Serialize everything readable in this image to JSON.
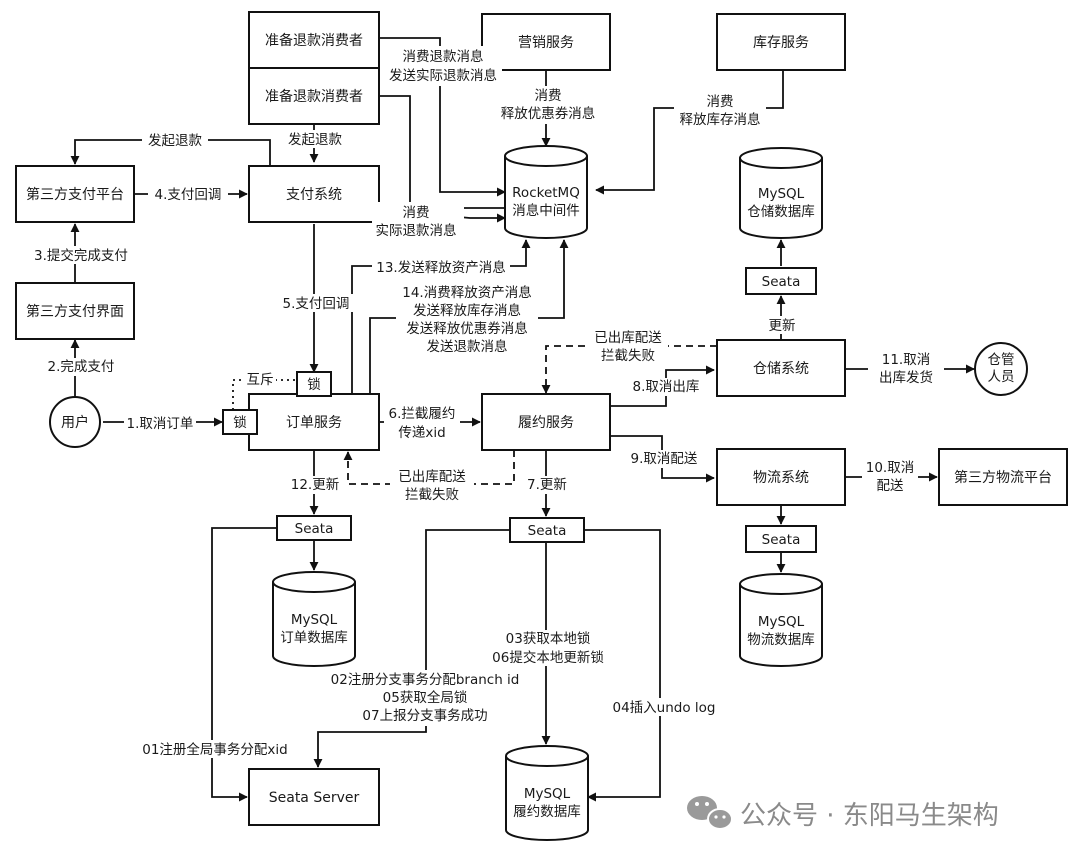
{
  "nodes": {
    "prep_refund_1": "准备退款消费者",
    "prep_refund_2": "准备退款消费者",
    "marketing": "营销服务",
    "inventory": "库存服务",
    "third_pay_platform": "第三方支付平台",
    "pay_system": "支付系统",
    "third_pay_ui": "第三方支付界面",
    "user": "用户",
    "lock_small": "锁",
    "lock_left": "锁",
    "order_service": "订单服务",
    "fulfill_service": "履约服务",
    "warehouse_system": "仓储系统",
    "logistics_system": "物流系统",
    "warehouse_staff_l1": "仓管",
    "warehouse_staff_l2": "人员",
    "third_logistics": "第三方物流平台",
    "seata_order": "Seata",
    "seata_fulfill": "Seata",
    "seata_logistics": "Seata",
    "seata_warehouse": "Seata",
    "seata_server": "Seata Server"
  },
  "databases": {
    "rocketmq_l1": "RocketMQ",
    "rocketmq_l2": "消息中间件",
    "mysql_warehouse_l1": "MySQL",
    "mysql_warehouse_l2": "仓储数据库",
    "mysql_order_l1": "MySQL",
    "mysql_order_l2": "订单数据库",
    "mysql_logistics_l1": "MySQL",
    "mysql_logistics_l2": "物流数据库",
    "mysql_fulfill_l1": "MySQL",
    "mysql_fulfill_l2": "履约数据库"
  },
  "labels": {
    "consume_refund_msg": "消费退款消息",
    "send_actual_refund_msg": "发送实际退款消息",
    "consume": "消费",
    "release_coupon_msg": "释放优惠券消息",
    "consume_2": "消费",
    "release_stock_msg": "释放库存消息",
    "initiate_refund_1": "发起退款",
    "initiate_refund_2": "发起退款",
    "pay_callback_4": "4.支付回调",
    "consume_3": "消费",
    "actual_refund_msg": "实际退款消息",
    "submit_payment_3": "3.提交完成支付",
    "send_release_asset_13": "13.发送释放资产消息",
    "pay_callback_5": "5.支付回调",
    "consume_release_asset_14": "14.消费释放资产消息",
    "send_release_stock": "发送释放库存消息",
    "send_release_coupon": "发送释放优惠券消息",
    "send_refund_msg": "发送退款消息",
    "complete_payment_2": "2.完成支付",
    "shipped_intercept_fail_a": "已出库配送",
    "intercept_fail_a": "拦截失败",
    "mutex": "互斥",
    "cancel_outbound_8": "8.取消出库",
    "cancel_order_1": "1.取消订单",
    "intercept_fulfill_6": "6.拦截履约",
    "pass_xid": "传递xid",
    "update": "更新",
    "cancel_outbound_11a": "11.取消",
    "cancel_outbound_11b": "出库发货",
    "cancel_delivery_9": "9.取消配送",
    "update_12": "12.更新",
    "shipped_intercept_fail_b": "已出库配送",
    "intercept_fail_b": "拦截失败",
    "update_7": "7.更新",
    "cancel_delivery_10a": "10.取消",
    "cancel_delivery_10b": "配送",
    "get_local_lock_03": "03获取本地锁",
    "commit_local_06": "06提交本地更新锁",
    "register_branch_02": "02注册分支事务分配branch id",
    "get_global_lock_05": "05获取全局锁",
    "report_branch_07": "07上报分支事务成功",
    "insert_undo_04": "04插入undo log",
    "register_global_01": "01注册全局事务分配xid"
  },
  "watermark": "公众号 · 东阳马生架构",
  "colors": {
    "stroke": "#111111",
    "watermark": "#8a8a8a"
  }
}
